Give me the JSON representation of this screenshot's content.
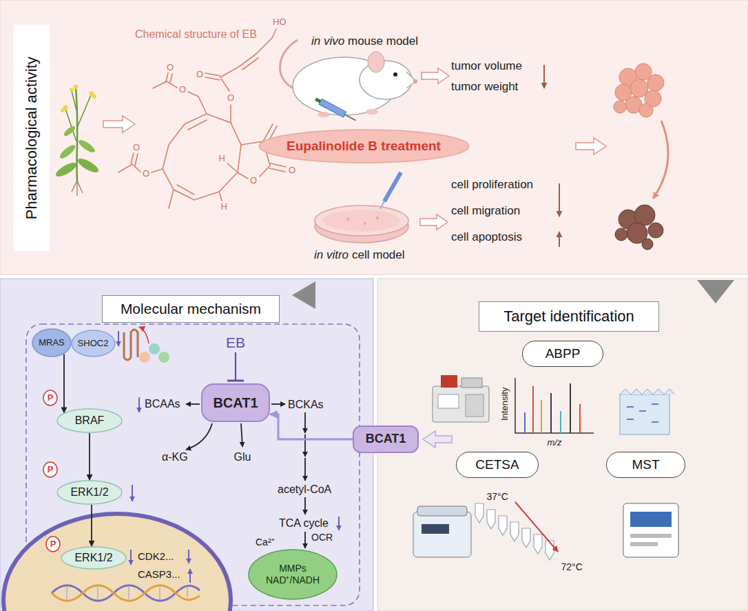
{
  "diagram": {
    "nodes": [
      {
        "text": [
          "Pharmacological activity"
        ]
      },
      {
        "text": [
          "Eupalinolide B treatment"
        ]
      },
      {
        "text": [
          "Molecular mechanism"
        ]
      },
      {
        "text": [
          "MRAS"
        ]
      },
      {
        "text": [
          "SHOC2"
        ]
      },
      {
        "text": [
          "P"
        ]
      },
      {
        "text": [
          "BRAF"
        ]
      },
      {
        "text": [
          "P"
        ]
      },
      {
        "text": [
          "ERK1/2"
        ]
      },
      {
        "text": [
          "P"
        ]
      },
      {
        "text": [
          "ERK1/2"
        ]
      },
      {
        "text": [
          "BCAT1"
        ]
      },
      {
        "text": [
          "MMPs",
          "NAD⁺/NADH"
        ]
      },
      {
        "text": [
          "Target identification"
        ]
      },
      {
        "text": [
          "ABPP"
        ]
      },
      {
        "text": [
          "CETSA"
        ]
      },
      {
        "text": [
          "MST"
        ]
      },
      {
        "text": [
          "BCAT1"
        ]
      }
    ],
    "edges": [
      {
        "from": 3,
        "to": 6,
        "arrow": "to"
      },
      {
        "from": 6,
        "to": 8,
        "arrow": "to"
      },
      {
        "from": 8,
        "to": 10,
        "arrow": "to"
      },
      {
        "from": 17,
        "to": 11,
        "arrow": "to"
      }
    ],
    "labels": [
      "Chemical structure of EB",
      "HO",
      "O",
      "O",
      "O",
      "O",
      "O",
      "O",
      "O",
      "O",
      "H",
      "H",
      "in vivo",
      "mouse model",
      "tumor volume",
      "tumor weight",
      "in vitro",
      "cell model",
      "cell proliferation",
      "cell migration",
      "cell apoptosis",
      "EB",
      "BCAAs",
      "BCKAs",
      "α-KG",
      "Glu",
      "acetyl-CoA",
      "TCA cycle",
      "Ca²⁺",
      "OCR",
      "CDK2...",
      "CASP3...",
      "Intensity",
      "m/z",
      "37°C",
      "72°C"
    ]
  }
}
